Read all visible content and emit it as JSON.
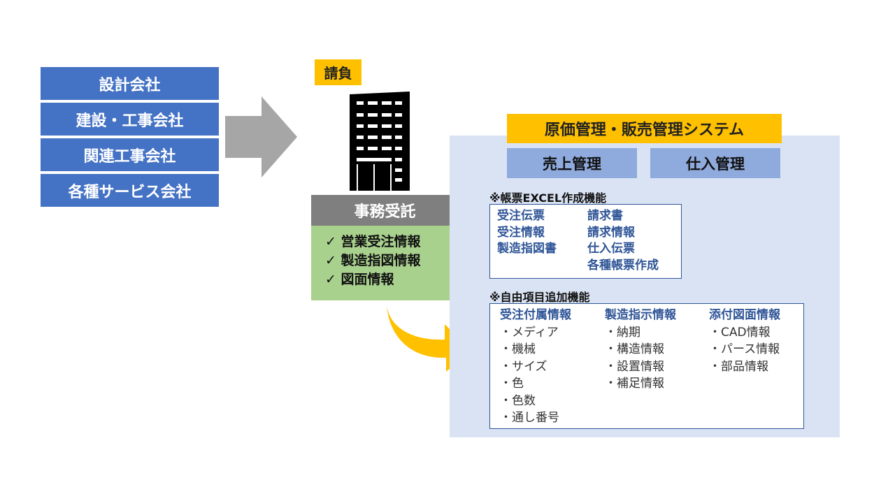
{
  "companies": [
    "設計会社",
    "建設・工事会社",
    "関連工事会社",
    "各種サービス会社"
  ],
  "contract_label": "請負",
  "outsourcing": {
    "title": "事務受託",
    "items": [
      "✓ 営業受注情報",
      "✓ 製造指図情報",
      "✓ 図面情報"
    ]
  },
  "system": {
    "title": "原価管理・販売管理システム",
    "modules": [
      "売上管理",
      "仕入管理"
    ],
    "excel": {
      "label": "※帳票EXCEL作成機能",
      "col1": [
        "受注伝票",
        "受注情報",
        "製造指図書"
      ],
      "col2": [
        "請求書",
        "請求情報",
        "仕入伝票",
        "各種帳票作成"
      ]
    },
    "custom": {
      "label": "※自由項目追加機能",
      "columns": [
        {
          "header": "受注付属情報",
          "items": [
            "・メディア",
            "・機械",
            "・サイズ",
            "・色",
            "・色数",
            "・通し番号"
          ]
        },
        {
          "header": "製造指示情報",
          "items": [
            "・納期",
            "・構造情報",
            "・設置情報",
            "・補足情報"
          ]
        },
        {
          "header": "添付図面情報",
          "items": [
            "・CAD情報",
            "・パース情報",
            "・部品情報"
          ]
        }
      ]
    }
  },
  "colors": {
    "company_blue": "#4472c4",
    "accent_yellow": "#ffc000",
    "gray_arrow": "#a6a6a6",
    "outsourcing_green": "#a9d18e",
    "panel_bg": "#dae3f3",
    "module_blue": "#8faadc",
    "text_blue": "#2f5597"
  }
}
